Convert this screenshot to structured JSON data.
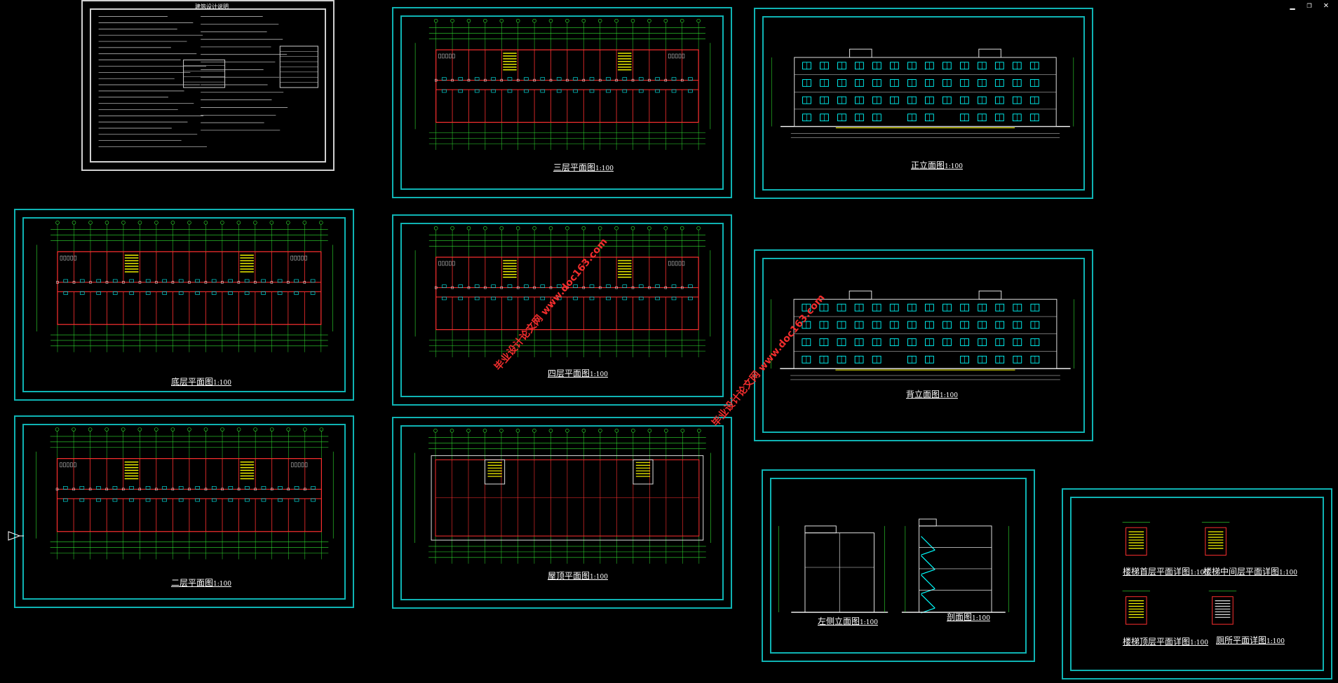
{
  "window_controls": {
    "minimize": "▁",
    "restore": "❐",
    "close": "✕"
  },
  "colors": {
    "background": "#000000",
    "frame": "#0fb3b3",
    "wall": "#ff3030",
    "dim": "#30e030",
    "window": "#00ffff",
    "stair": "#ffff00"
  },
  "sheets": {
    "notes": {
      "title": "建筑设计说明"
    },
    "plan3": {
      "caption": "三层平面图",
      "scale": "1:100"
    },
    "front": {
      "caption": "正立面图",
      "scale": "1:100"
    },
    "plan1": {
      "caption": "底层平面图",
      "scale": "1:100"
    },
    "plan4": {
      "caption": "四层平面图",
      "scale": "1:100"
    },
    "back": {
      "caption": "背立面图",
      "scale": "1:100"
    },
    "plan2": {
      "caption": "二层平面图",
      "scale": "1:100"
    },
    "roof": {
      "caption": "屋顶平面图",
      "scale": "1:100"
    },
    "left": {
      "caption": "左侧立面图",
      "scale": "1:100"
    },
    "section": {
      "caption": "剖面图",
      "scale": "1:100"
    },
    "stair1": {
      "caption": "楼梯首层平面详图",
      "scale": "1:100"
    },
    "stairMid": {
      "caption": "楼梯中间层平面详图",
      "scale": "1:100"
    },
    "stairTop": {
      "caption": "楼梯顶层平面详图",
      "scale": "1:100"
    },
    "toilet": {
      "caption": "厕所平面详图",
      "scale": "1:100"
    }
  },
  "watermarks": [
    {
      "cn": "毕业设计论文网",
      "url": "www.doc163.com"
    },
    {
      "cn": "毕业设计论文网",
      "url": "www.doc163.com"
    }
  ]
}
